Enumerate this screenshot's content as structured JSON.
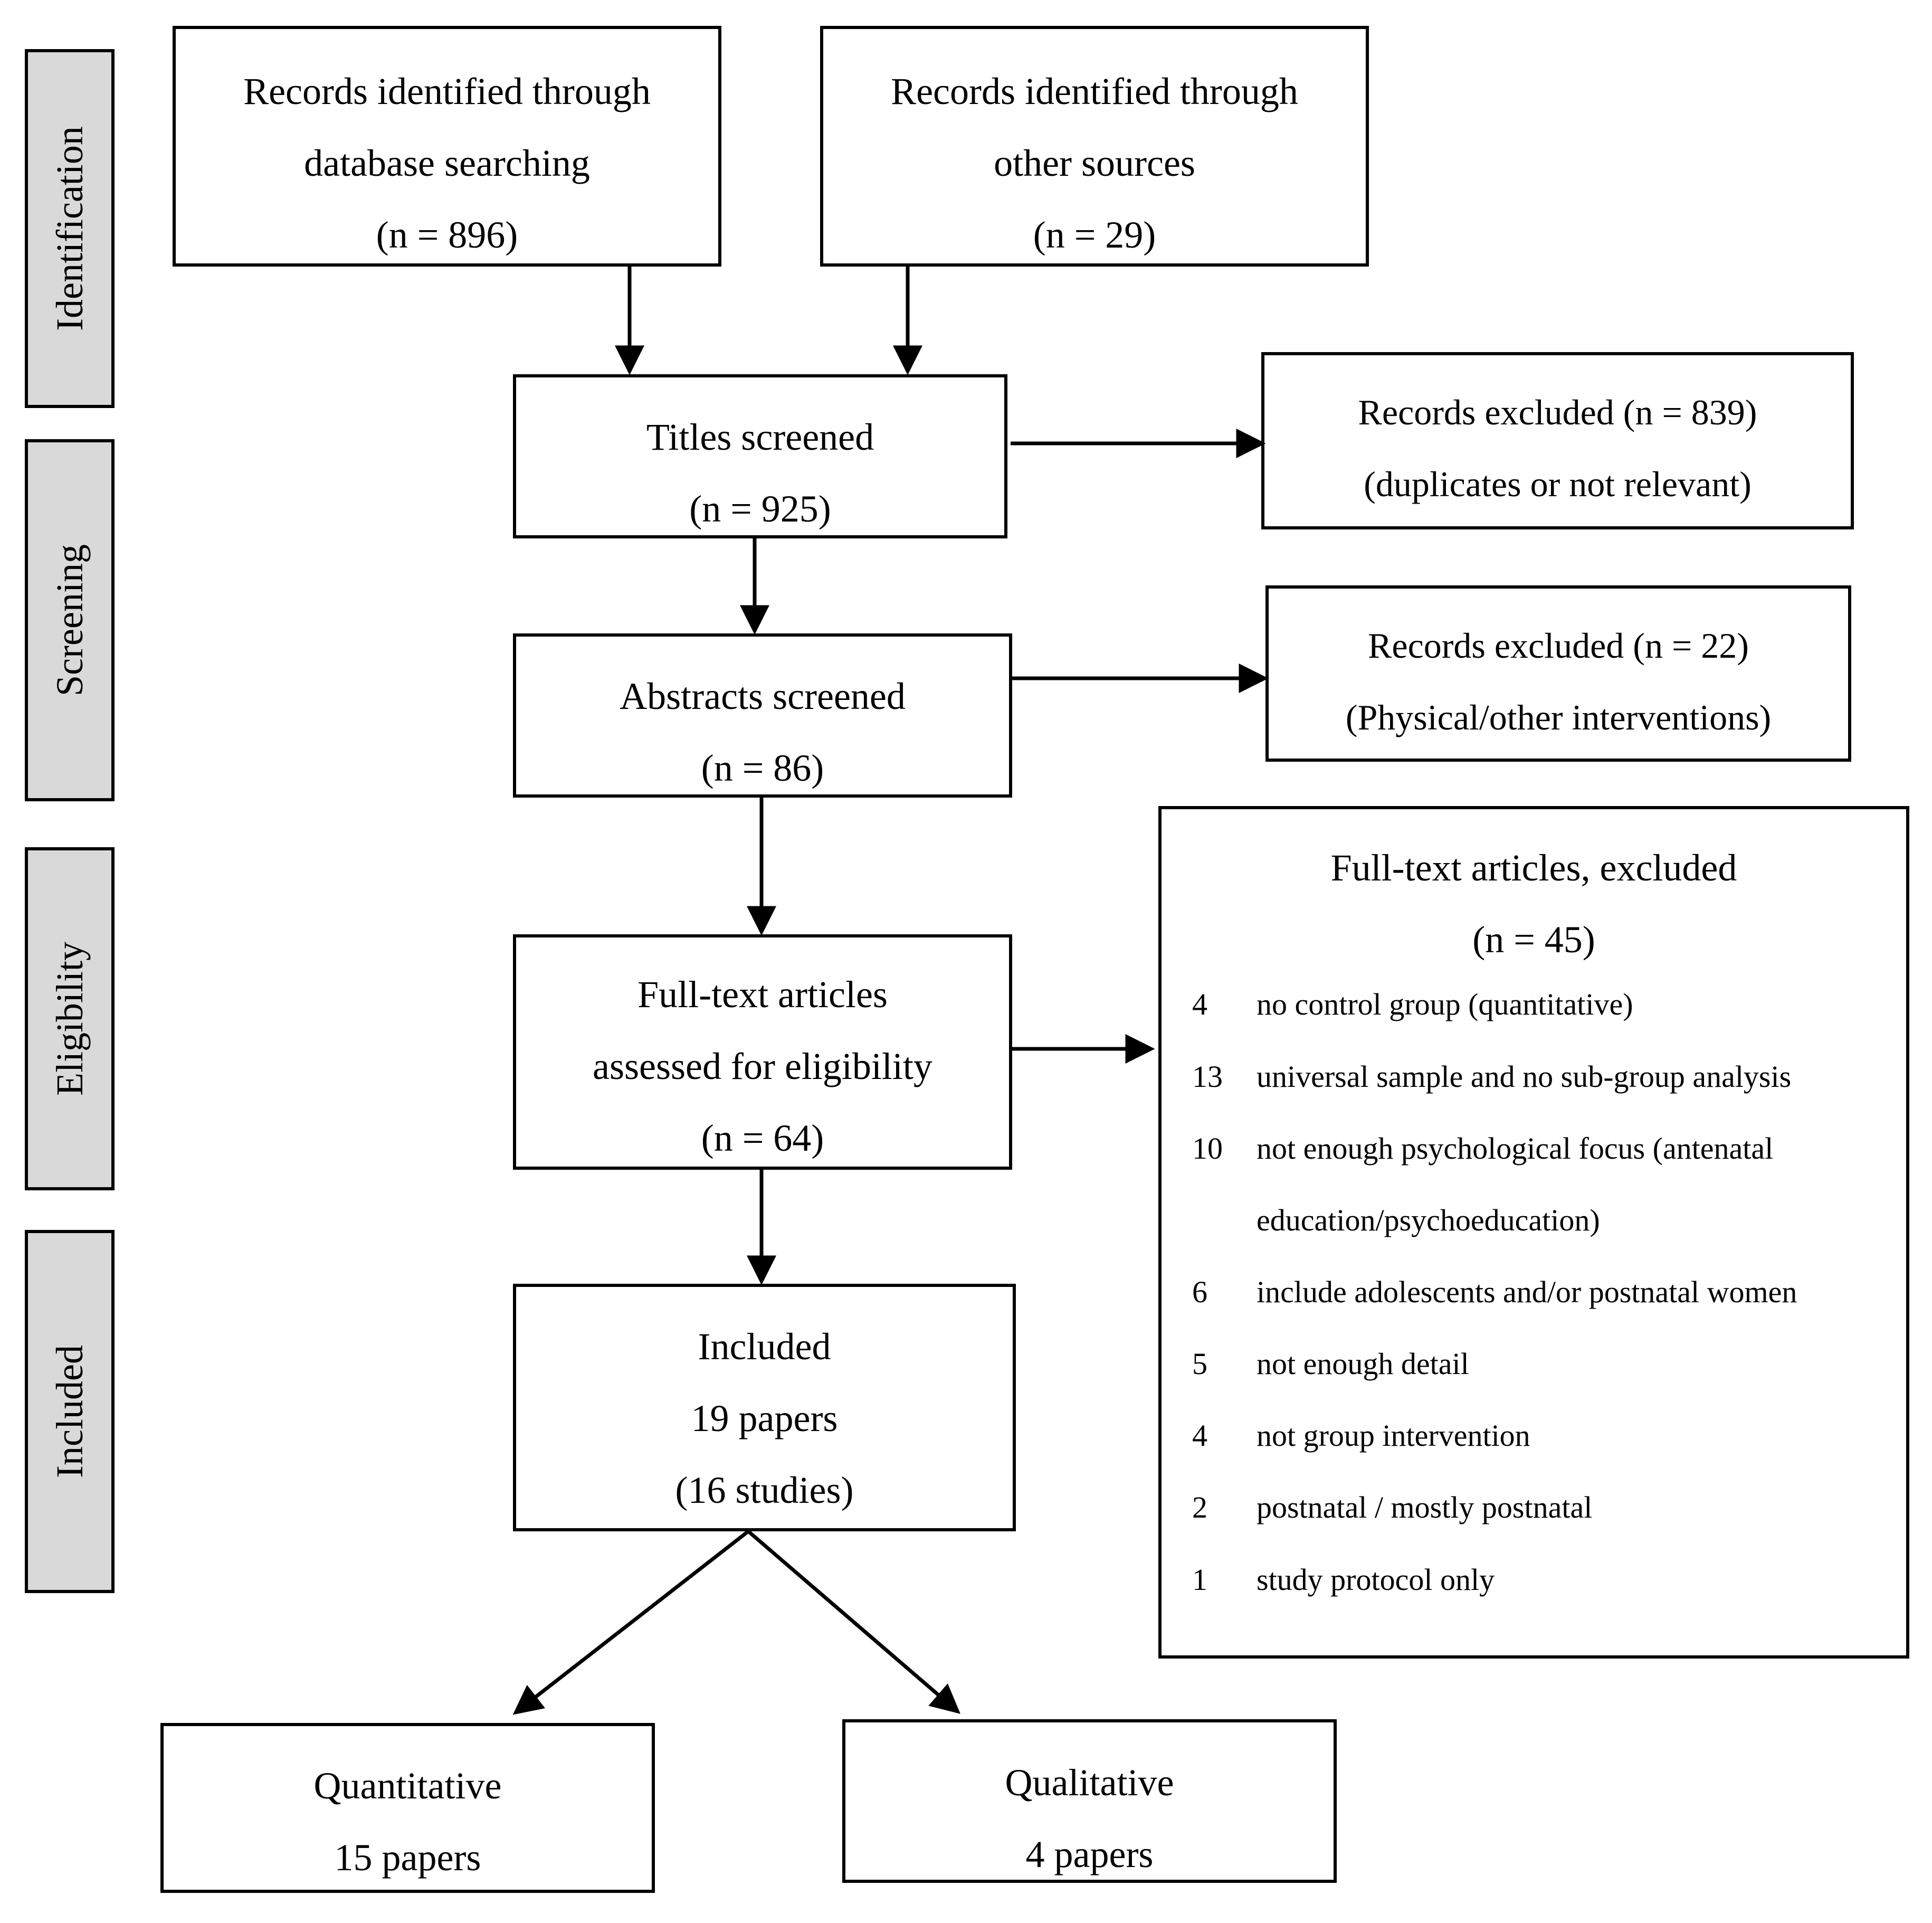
{
  "stages": {
    "identification": "Identification",
    "screening": "Screening",
    "eligibility": "Eligibility",
    "included": "Included"
  },
  "boxes": {
    "database": {
      "line1": "Records identified through",
      "line2": "database searching",
      "line3": "(n = 896)"
    },
    "other_sources": {
      "line1": "Records identified through",
      "line2": "other sources",
      "line3": "(n = 29)"
    },
    "titles": {
      "line1": "Titles screened",
      "line2": "(n = 925)"
    },
    "records_excluded_titles": {
      "line1": "Records excluded (n = 839)",
      "line2": "(duplicates or not relevant)"
    },
    "abstracts": {
      "line1": "Abstracts screened",
      "line2": "(n = 86)"
    },
    "records_excluded_abstracts": {
      "line1": "Records excluded (n = 22)",
      "line2": "(Physical/other interventions)"
    },
    "fulltext": {
      "line1": "Full-text articles",
      "line2": "assessed for eligibility",
      "line3": "(n = 64)"
    },
    "included": {
      "line1": "Included",
      "line2": "19 papers",
      "line3": "(16 studies)"
    },
    "quantitative": {
      "line1": "Quantitative",
      "line2": "15 papers"
    },
    "qualitative": {
      "line1": "Qualitative",
      "line2": "4 papers"
    }
  },
  "fulltext_excluded": {
    "title": "Full-text articles, excluded",
    "count": "(n = 45)",
    "reasons": [
      {
        "n": "4",
        "text": "no control group (quantitative)"
      },
      {
        "n": "13",
        "text": "universal sample and no sub-group analysis"
      },
      {
        "n": "10",
        "text": "not enough psychological focus (antenatal"
      },
      {
        "n": "",
        "text": "education/psychoeducation)"
      },
      {
        "n": "6",
        "text": "include adolescents and/or postnatal women"
      },
      {
        "n": "5",
        "text": "not enough detail"
      },
      {
        "n": "4",
        "text": "not group intervention"
      },
      {
        "n": "2",
        "text": "postnatal / mostly postnatal"
      },
      {
        "n": "1",
        "text": "study protocol only"
      }
    ]
  }
}
